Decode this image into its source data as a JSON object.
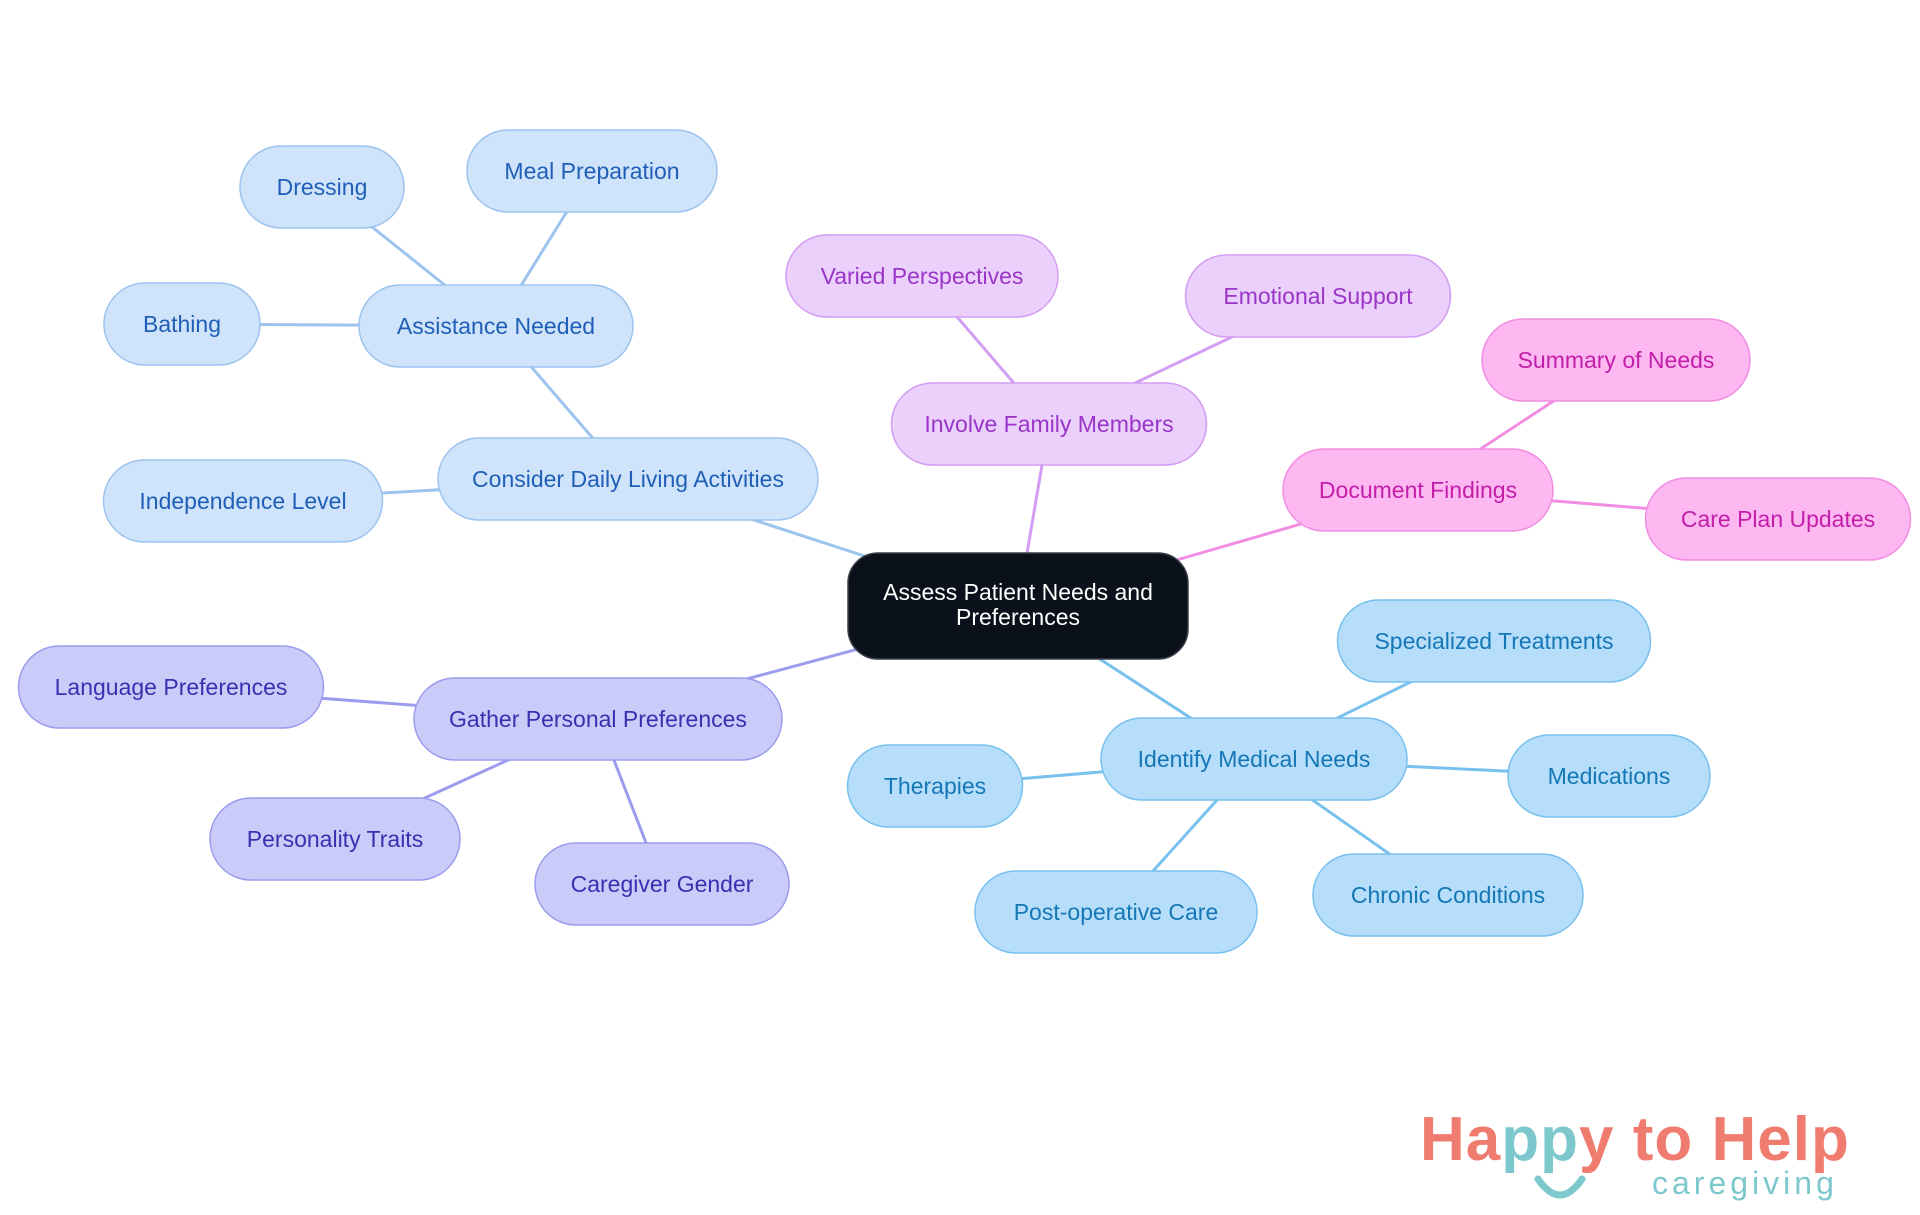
{
  "diagram": {
    "center": {
      "label_line1": "Assess Patient Needs and",
      "label_line2": "Preferences"
    },
    "branches": [
      {
        "label": "Consider Daily Living Activities",
        "style": {
          "fill": "#cfe3fa",
          "stroke": "#9cc4ef",
          "text": "#1f5fb8",
          "line": "#9cc4ef"
        },
        "children": [
          "Assistance Needed",
          "Independence Level"
        ],
        "grandchildren": [
          "Dressing",
          "Meal Preparation",
          "Bathing"
        ]
      },
      {
        "label": "Involve Family Members",
        "style": {
          "fill": "#ead0fb",
          "stroke": "#d39df3",
          "text": "#9a35c8",
          "line": "#d39df3"
        },
        "children": [
          "Varied Perspectives",
          "Emotional Support"
        ]
      },
      {
        "label": "Document Findings",
        "style": {
          "fill": "#fdb8f2",
          "stroke": "#f28de2",
          "text": "#c21ea8",
          "line": "#f28de2"
        },
        "children": [
          "Summary of Needs",
          "Care Plan Updates"
        ]
      },
      {
        "label": "Identify Medical Needs",
        "style": {
          "fill": "#b6defb",
          "stroke": "#78c0ee",
          "text": "#1577b5",
          "line": "#78c0ee"
        },
        "children": [
          "Specialized Treatments",
          "Medications",
          "Chronic Conditions",
          "Post-operative Care",
          "Therapies"
        ]
      },
      {
        "label": "Gather Personal Preferences",
        "style": {
          "fill": "#cbcbfa",
          "stroke": "#9c9cef",
          "text": "#3a2fb0",
          "line": "#9c9cef"
        },
        "children": [
          "Language Preferences",
          "Personality Traits",
          "Caregiver Gender"
        ]
      }
    ]
  },
  "logo": {
    "text_part1": "Ha",
    "text_part2": "pp",
    "text_part3": "y to Help",
    "subtitle": "caregiving",
    "color_primary": "#f07b6f",
    "color_secondary": "#7cc8cc"
  }
}
